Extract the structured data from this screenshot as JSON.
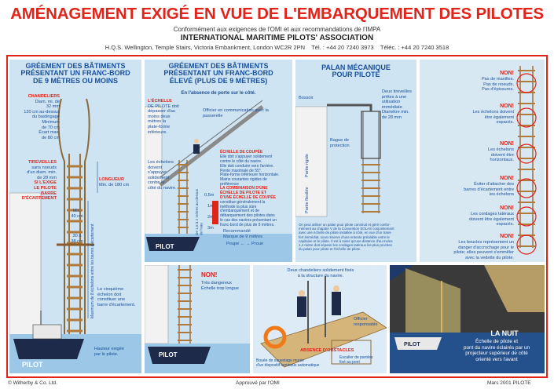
{
  "header": {
    "title": "AMÉNAGEMENT EXIGÉ EN VUE DE L'EMBARQUEMENT DES PILOTES",
    "subtitle": "Conformément aux exigences de l'OMI et aux recommandations de l'IMPA",
    "org": "INTERNATIONAL MARITIME PILOTS' ASSOCIATION",
    "address": "H.Q.S. Wellington, Temple Stairs, Victoria Embankment, London WC2R 2PN",
    "tel": "Tél. : +44 20 7240 3973",
    "fax": "Téléc. : +44 20 7240 3518"
  },
  "p1": {
    "heading": [
      "GRÉEMENT DES BÂTIMENTS",
      "PRÉSENTANT UN FRANC-BORD",
      "DE 9 MÈTRES OU MOINS"
    ],
    "chandeliers": [
      "CHANDELIERS",
      "Diam. mi. de",
      "32 mm",
      "120 cm au-dessus",
      "du bastingage",
      "Minimum",
      "de 70 cm",
      "Écart max.",
      "de 80 cm"
    ],
    "tireveilles": [
      "TIREVEILLES",
      "sans noeuds",
      "d'un diam. min.",
      "de 28 mm",
      "SI L'EXIGE",
      "LE PILOTE",
      "BARRE",
      "D'ÉCARTEMENT"
    ],
    "longueur": [
      "LONGUEUR",
      "Min. de 180 cm"
    ],
    "min40": [
      "Min.",
      "40 cm"
    ],
    "ecart": [
      "30 à",
      "38 cm"
    ],
    "maxi": "Maximum de 8 échelons entre les barres d'écartement",
    "cinquieme": [
      "Le cinquième",
      "échelon doit",
      "constituer une",
      "barre d'écartement."
    ],
    "hauteur": [
      "Hauteur exigée",
      "par le pilote."
    ],
    "pilot": "PILOT"
  },
  "p2": {
    "heading": [
      "GRÉEMENT DES BÂTIMENTS",
      "PRÉSENTANT UN FRANC-BORD",
      "ÉLEVÉ (PLUS DE 9 MÈTRES)"
    ],
    "absence": "En l'absence de porte sur le côté.",
    "echelle": [
      "L'ÉCHELLE",
      "DE PILOTE doit",
      "dépasser d'au",
      "moins deux",
      "mètres la",
      "plate-forme",
      "inférieure."
    ],
    "officier": "Officier en communication avec la passerelle",
    "echelons": [
      "Les échelons",
      "doivent",
      "s'appuyer",
      "solidement",
      "contre le",
      "côté du navire."
    ],
    "coupee": [
      "ÉCHELLE DE COUPÉE",
      "Elle doit s'appuyer solidement",
      "contre le côté du navire.",
      "Elle doit conduire vers l'arrière.",
      "Pente maximale de 55°.",
      "Plate-forme inférieure horizontale.",
      "Mains courantes rigides de",
      "préférence"
    ],
    "combi": [
      "LA COMBINAISON D'UNE",
      "ÉCHELLE DE PILOTE ET",
      "D'UNE ÉCHELLE DE COUPÉE",
      "constitue généralement la",
      "méthode la plus sûre",
      "d'embarquement et de",
      "débarquement des pilotes dans",
      "le cas des navires présentant un",
      "franc-bord de plus de 9 mètres."
    ],
    "m05": "0,5m",
    "m1": "1m",
    "m2": "2m",
    "m3": "3m",
    "recommande": [
      "Recommandé",
      "Marque de 9 mètres"
    ],
    "poupe": "Poupe ← → Proue",
    "vert": "De 1,5 à 2 mètres au-dessus de l'eau",
    "pilot": "PILOT"
  },
  "p3": {
    "heading": [
      "PALAN MÉCANIQUE",
      "POUR PILOTE"
    ],
    "bossoir": "Bossoir",
    "tireveilles": [
      "Deux tireveilles",
      "prêtes à une",
      "utilisation",
      "immédiate",
      "Diamètre min.",
      "de 28 mm"
    ],
    "bague": [
      "Bague de",
      "protection"
    ],
    "rigide": "Partie rigide",
    "flexible": "Partie flexible",
    "para": [
      "On peut utiliser un palan pour pilote construit et géré confor-",
      "mément au chapitre V de la Convention SOLAS conjointement",
      "avec une échelle de pilote installée à côté, en vue d'un trans-",
      "fert immédiat, sous réserve d'une entente préalable entre le",
      "capitaine et le pilote. Il est à noter qu'une distance d'au moins",
      "1,4 mètre doit séparer les cordages latéraux les plus proches",
      "du palan pour pilote et l'échelle de pilote."
    ]
  },
  "p4": {
    "items": [
      {
        "no": "NON!",
        "text": [
          "Pas de manilles.",
          "Pas de noeuds.",
          "Pas d'épissures."
        ]
      },
      {
        "no": "NON!",
        "text": [
          "Les échelons doivent",
          "être également",
          "espacés."
        ]
      },
      {
        "no": "NON!",
        "text": [
          "Les échelons",
          "doivent être",
          "horizontaux."
        ]
      },
      {
        "no": "NON!",
        "text": [
          "Éviter d'attacher des",
          "barres d'écartement entre",
          "les échelons"
        ]
      },
      {
        "no": "NON!",
        "text": [
          "Les cordages latéraux",
          "doivent être également",
          "espacés."
        ]
      },
      {
        "no": "NON!",
        "text": [
          "Les boucles représentent un",
          "danger d'accrochage pour le",
          "pilote; elles peuvent s'emmêler",
          "avec la vedette du pilote."
        ]
      }
    ]
  },
  "p5": {
    "no": "NON!",
    "text": [
      "Très dangereux",
      "Échelle trop longue"
    ],
    "pilot": "PILOT"
  },
  "p6": {
    "chandeliers": [
      "Deux chandeliers solidement fixés",
      "à la structure du navire."
    ],
    "officier": [
      "Officier",
      "responsable"
    ],
    "absence": "ABSENCE D'OBSTACLES",
    "bouee": [
      "Bouée de sauvetage munie",
      "d'un dispositif lumineux automatique"
    ],
    "escalier": [
      "Escalier de paroles",
      "fixé au pont"
    ]
  },
  "p7": {
    "heading": "LA NUIT",
    "text": [
      "Échelle de pilote et",
      "pont du navire éclairés par un",
      "projecteur supérieur de côté",
      "orienté vers l'avant"
    ],
    "pilot": "PILOT"
  },
  "footer": {
    "left": "© Witherby & Co. Ltd.",
    "center": "Approuvé par l'OMI",
    "right": "Mars 2001 PILOTE"
  },
  "colors": {
    "red": "#e2231a",
    "blue": "#1a4f9a",
    "sea": "#cfe4f2",
    "rope": "#a0703a"
  },
  "icons": [
    "ship-icon",
    "pilot-boat-icon",
    "ladder-icon",
    "lifebuoy-icon",
    "searchlight-icon"
  ]
}
